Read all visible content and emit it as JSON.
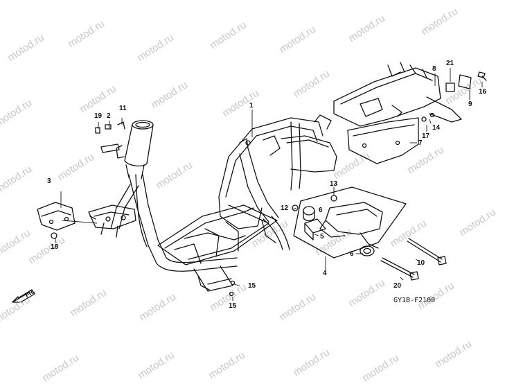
{
  "watermark": "motod.ru",
  "diagram_code": "GY1B-F2100",
  "direction_label": "FR.",
  "callouts": {
    "c1": "1",
    "c2": "2",
    "c3": "3",
    "c4": "4",
    "c5": "5",
    "c6a": "6",
    "c6b": "6",
    "c7": "7",
    "c8": "8",
    "c9": "9",
    "c10": "10",
    "c11": "11",
    "c12": "12",
    "c13": "13",
    "c14": "14",
    "c15a": "15",
    "c15b": "15",
    "c16": "16",
    "c17": "17",
    "c18": "18",
    "c19": "19",
    "c20": "20",
    "c21": "21"
  }
}
